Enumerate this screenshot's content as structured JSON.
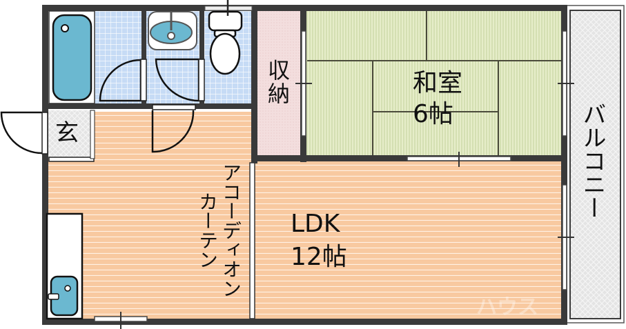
{
  "floorplan": {
    "rooms": {
      "washitsu": {
        "name": "和室",
        "size": "6帖"
      },
      "ldk": {
        "name": "LDK",
        "size": "12帖"
      },
      "storage": {
        "name": "収納"
      },
      "entrance": {
        "name": "玄"
      },
      "balcony": {
        "name": "バルコニー"
      },
      "accordion": {
        "line1": "アコーディオン",
        "line2": "カーテン"
      }
    },
    "fixtures": [
      "bathtub-icon",
      "sink-icon",
      "toilet-icon",
      "washing-machine-icon",
      "door-swing-icon"
    ],
    "watermark": "ハウス",
    "colors": {
      "wall": "#3a3a3a",
      "ldk_floor": "#f8c9a0",
      "ldk_stripe": "#ffffff",
      "tatami": "#e3ebc6",
      "tatami_stripe": "#b9c98e",
      "tile_blue": "#cfe0f7",
      "tile_line": "#ffffff",
      "storage": "#f3dcdc",
      "balcony": "#e2e2e2",
      "fixture_blue": "#6bb8d0"
    }
  }
}
